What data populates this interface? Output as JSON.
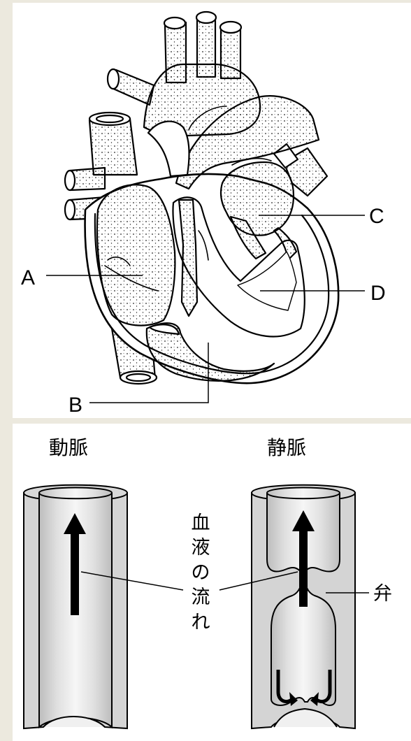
{
  "heart_labels": {
    "a": "A",
    "b": "B",
    "c": "C",
    "d": "D"
  },
  "vessels": {
    "artery_title": "動脈",
    "vein_title": "静脈",
    "blood_flow": [
      "血",
      "液",
      "の",
      "流",
      "れ"
    ],
    "valve": "弁"
  }
}
